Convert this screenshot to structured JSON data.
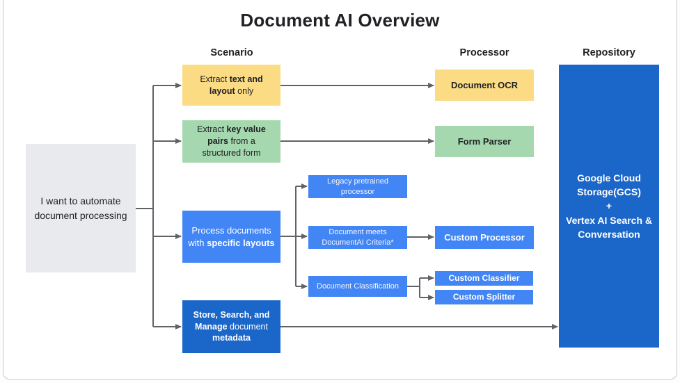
{
  "title": "Document AI Overview",
  "column_headers": {
    "scenario": "Scenario",
    "processor": "Processor",
    "repository": "Repository"
  },
  "colors": {
    "scenario_yellow": "#fbdc85",
    "scenario_green": "#a5d8af",
    "scenario_blue": "#4285f4",
    "dark_blue": "#1b66c9",
    "intro_gray": "#e8eaed",
    "connector_line": "#5f6368",
    "text_dark": "#202124",
    "text_light": "#ffffff"
  },
  "nodes": {
    "intro": {
      "segments": [
        {
          "text": "I want to automate document processing",
          "bold": false
        }
      ]
    },
    "extract_text_layout": {
      "segments": [
        {
          "text": "Extract ",
          "bold": false
        },
        {
          "text": "text and layout",
          "bold": true
        },
        {
          "text": " only",
          "bold": false
        }
      ]
    },
    "document_ocr": {
      "segments": [
        {
          "text": "Document OCR",
          "bold": true
        }
      ]
    },
    "extract_key_value": {
      "segments": [
        {
          "text": "Extract ",
          "bold": false
        },
        {
          "text": "key value pairs",
          "bold": true
        },
        {
          "text": " from a structured form",
          "bold": false
        }
      ]
    },
    "form_parser": {
      "segments": [
        {
          "text": "Form Parser",
          "bold": true
        }
      ]
    },
    "specific_layouts": {
      "segments": [
        {
          "text": "Process documents with ",
          "bold": false
        },
        {
          "text": "specific layouts",
          "bold": true
        }
      ]
    },
    "legacy_pretrained": {
      "segments": [
        {
          "text": "Legacy pretrained processor",
          "bold": false
        }
      ]
    },
    "documentai_criteria": {
      "segments": [
        {
          "text": "Document meets DocumentAI Criteria*",
          "bold": false
        }
      ]
    },
    "document_classification": {
      "segments": [
        {
          "text": "Document Classification",
          "bold": false
        }
      ]
    },
    "custom_processor": {
      "segments": [
        {
          "text": "Custom Processor",
          "bold": true
        }
      ]
    },
    "custom_classifier": {
      "segments": [
        {
          "text": "Custom Classifier",
          "bold": true
        }
      ]
    },
    "custom_splitter": {
      "segments": [
        {
          "text": "Custom Splitter",
          "bold": true
        }
      ]
    },
    "store_search_manage": {
      "segments": [
        {
          "text": "Store, Search, and Manage",
          "bold": true
        },
        {
          "text": " document ",
          "bold": false
        },
        {
          "text": "metadata",
          "bold": true
        }
      ]
    },
    "repository": {
      "segments": [
        {
          "text": "Google Cloud Storage(GCS)\n+\nVertex AI Search & Conversation",
          "bold": true
        }
      ]
    }
  }
}
